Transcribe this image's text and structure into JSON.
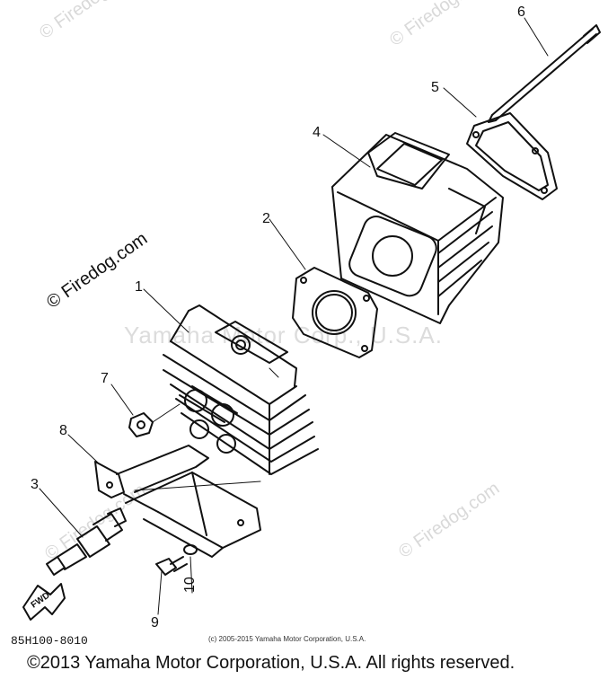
{
  "watermark": {
    "brand": "© Firedog.com",
    "center_text": "Yamaha Motor Corp., U.S.A."
  },
  "callouts": {
    "c1": "1",
    "c2": "2",
    "c3": "3",
    "c4": "4",
    "c5": "5",
    "c6": "6",
    "c7": "7",
    "c8": "8",
    "c9": "9",
    "c10": "10"
  },
  "fwd_label": "FWD",
  "part_code": "85H100-8010",
  "small_copyright": "(c) 2005-2015 Yamaha Motor Corporation, U.S.A.",
  "footer_copyright": "©2013 Yamaha Motor Corporation, U.S.A. All rights reserved."
}
